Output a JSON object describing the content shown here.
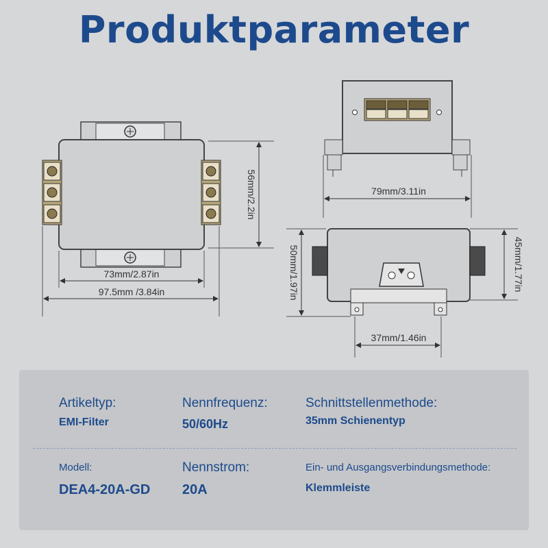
{
  "title": "Produktparameter",
  "dimensions": {
    "depth_56": "56mm/2.2in",
    "width_73": "73mm/2.87in",
    "width_97": "97.5mm /3.84in",
    "width_79": "79mm/3.11in",
    "height_50": "50mm/1.97in",
    "height_45": "45mm/1.77in",
    "width_37": "37mm/1.46in"
  },
  "specs": {
    "artikeltyp_label": "Artikeltyp:",
    "artikeltyp_value": "EMI-Filter",
    "nennfrequenz_label": "Nennfrequenz:",
    "nennfrequenz_value": "50/60Hz",
    "schnittstelle_label": "Schnittstellenmethode:",
    "schnittstelle_value": "35mm Schienentyp",
    "modell_label": "Modell:",
    "modell_value": "DEA4-20A-GD",
    "nennstrom_label": "Nennstrom:",
    "nennstrom_value": "20A",
    "verbindung_label": "Ein- und Ausgangsverbindungsmethode:",
    "verbindung_value": "Klemmleiste"
  },
  "colors": {
    "accent": "#1d4a8c",
    "background": "#d6d7d9",
    "panel": "#c4c6c9",
    "device_body": "#cfd0d2"
  }
}
